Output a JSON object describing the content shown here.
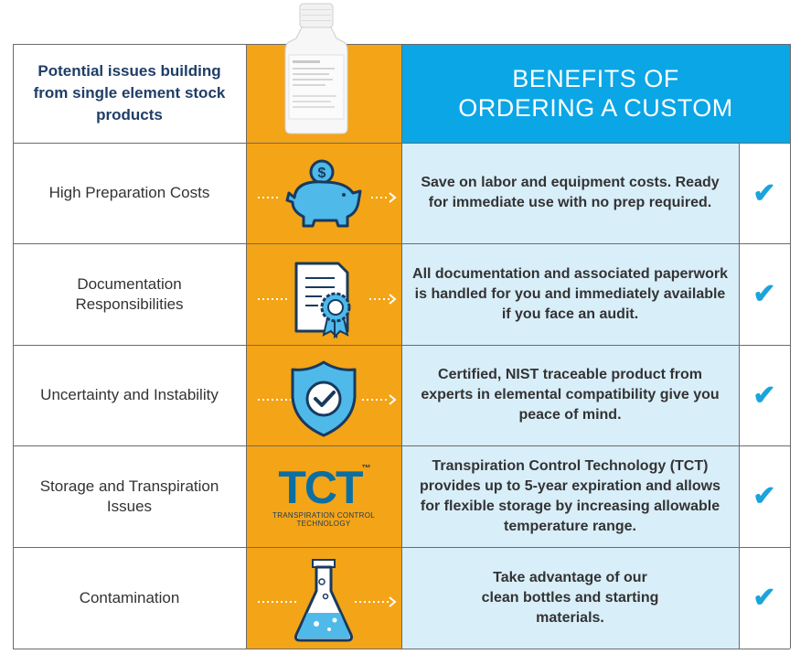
{
  "header": {
    "issues_title": "Potential issues building from single element stock products",
    "benefits_title": "BENEFITS OF ORDERING A CUSTOM"
  },
  "rows": [
    {
      "issue": "High Preparation Costs",
      "icon": "piggy-bank-icon",
      "benefit": "Save on labor and equipment costs. Ready for immediate use with no prep required.",
      "check": "✔"
    },
    {
      "issue": "Documentation Responsibilities",
      "icon": "certificate-document-icon",
      "benefit": "All documentation and associated paperwork is handled for you and immediately available if you face an audit.",
      "check": "✔"
    },
    {
      "issue": "Uncertainty and Instability",
      "icon": "shield-check-icon",
      "benefit": "Certified, NIST traceable product from experts in elemental compatibility give you peace of mind.",
      "check": "✔"
    },
    {
      "issue": "Storage and Transpiration Issues",
      "icon": "tct-logo-icon",
      "benefit": "Transpiration Control Technology (TCT) provides up to 5-year expiration and allows for flexible storage by increasing allowable temperature range.",
      "check": "✔"
    },
    {
      "issue": "Contamination",
      "icon": "flask-icon",
      "benefit": "Take advantage of our clean bottles and starting materials.",
      "check": "✔"
    }
  ],
  "tct_logo": {
    "letters": "TCT",
    "trademark": "™",
    "line1": "TRANSPIRATION CONTROL",
    "line2": "TECHNOLOGY"
  },
  "colors": {
    "orange": "#f4a417",
    "blue_header": "#0aa6e6",
    "light_blue": "#d8eef9",
    "dark_blue": "#1f3e66",
    "check_blue": "#1ba3dc",
    "icon_blue": "#4fb9ea"
  }
}
